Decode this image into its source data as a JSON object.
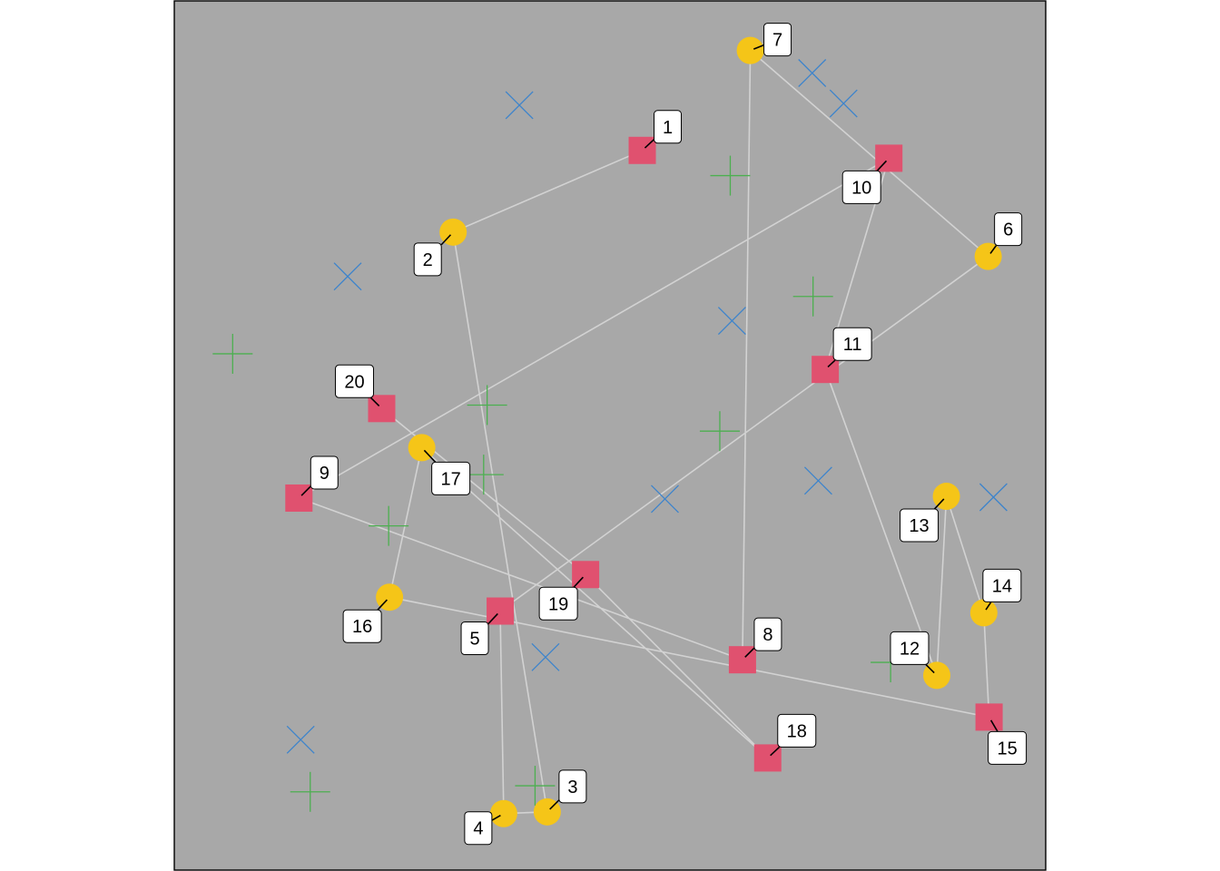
{
  "chart_data": {
    "type": "scatter",
    "title": "",
    "xlabel": "",
    "ylabel": "",
    "xlim": [
      0,
      1
    ],
    "ylim": [
      0,
      1
    ],
    "grid": false,
    "legend": "none",
    "colors": {
      "panel_background": "#a8a8a8",
      "path_line": "#d2d2d2",
      "circle_points": "#f5c518",
      "square_points": "#e0516f",
      "x_markers": "#3d84cc",
      "plus_markers": "#4caf50",
      "label_box": "#ffffff",
      "label_text": "#000000"
    },
    "path_series": {
      "name": "",
      "points": [
        {
          "label": "1",
          "x": 0.537,
          "y": 0.828,
          "shape": "square"
        },
        {
          "label": "2",
          "x": 0.32,
          "y": 0.734,
          "shape": "circle"
        },
        {
          "label": "3",
          "x": 0.428,
          "y": 0.067,
          "shape": "circle"
        },
        {
          "label": "4",
          "x": 0.378,
          "y": 0.065,
          "shape": "circle"
        },
        {
          "label": "5",
          "x": 0.374,
          "y": 0.298,
          "shape": "square"
        },
        {
          "label": "6",
          "x": 0.934,
          "y": 0.706,
          "shape": "circle"
        },
        {
          "label": "7",
          "x": 0.661,
          "y": 0.943,
          "shape": "circle"
        },
        {
          "label": "8",
          "x": 0.652,
          "y": 0.242,
          "shape": "square"
        },
        {
          "label": "9",
          "x": 0.143,
          "y": 0.428,
          "shape": "square"
        },
        {
          "label": "10",
          "x": 0.82,
          "y": 0.819,
          "shape": "square"
        },
        {
          "label": "11",
          "x": 0.747,
          "y": 0.576,
          "shape": "square"
        },
        {
          "label": "12",
          "x": 0.875,
          "y": 0.224,
          "shape": "circle"
        },
        {
          "label": "13",
          "x": 0.886,
          "y": 0.43,
          "shape": "circle"
        },
        {
          "label": "14",
          "x": 0.929,
          "y": 0.296,
          "shape": "circle"
        },
        {
          "label": "15",
          "x": 0.935,
          "y": 0.176,
          "shape": "square"
        },
        {
          "label": "16",
          "x": 0.247,
          "y": 0.314,
          "shape": "circle"
        },
        {
          "label": "17",
          "x": 0.284,
          "y": 0.486,
          "shape": "circle"
        },
        {
          "label": "18",
          "x": 0.681,
          "y": 0.129,
          "shape": "square"
        },
        {
          "label": "19",
          "x": 0.472,
          "y": 0.34,
          "shape": "square"
        },
        {
          "label": "20",
          "x": 0.238,
          "y": 0.531,
          "shape": "square"
        }
      ]
    },
    "x_markers": [
      {
        "x": 0.396,
        "y": 0.88
      },
      {
        "x": 0.732,
        "y": 0.917
      },
      {
        "x": 0.768,
        "y": 0.882
      },
      {
        "x": 0.199,
        "y": 0.683
      },
      {
        "x": 0.64,
        "y": 0.632
      },
      {
        "x": 0.739,
        "y": 0.448
      },
      {
        "x": 0.563,
        "y": 0.427
      },
      {
        "x": 0.94,
        "y": 0.429
      },
      {
        "x": 0.426,
        "y": 0.245
      },
      {
        "x": 0.145,
        "y": 0.15
      }
    ],
    "plus_markers": [
      {
        "x": 0.638,
        "y": 0.799
      },
      {
        "x": 0.733,
        "y": 0.66
      },
      {
        "x": 0.067,
        "y": 0.594
      },
      {
        "x": 0.359,
        "y": 0.535
      },
      {
        "x": 0.626,
        "y": 0.505
      },
      {
        "x": 0.355,
        "y": 0.455
      },
      {
        "x": 0.246,
        "y": 0.396
      },
      {
        "x": 0.822,
        "y": 0.239
      },
      {
        "x": 0.414,
        "y": 0.097
      },
      {
        "x": 0.156,
        "y": 0.09
      }
    ]
  }
}
